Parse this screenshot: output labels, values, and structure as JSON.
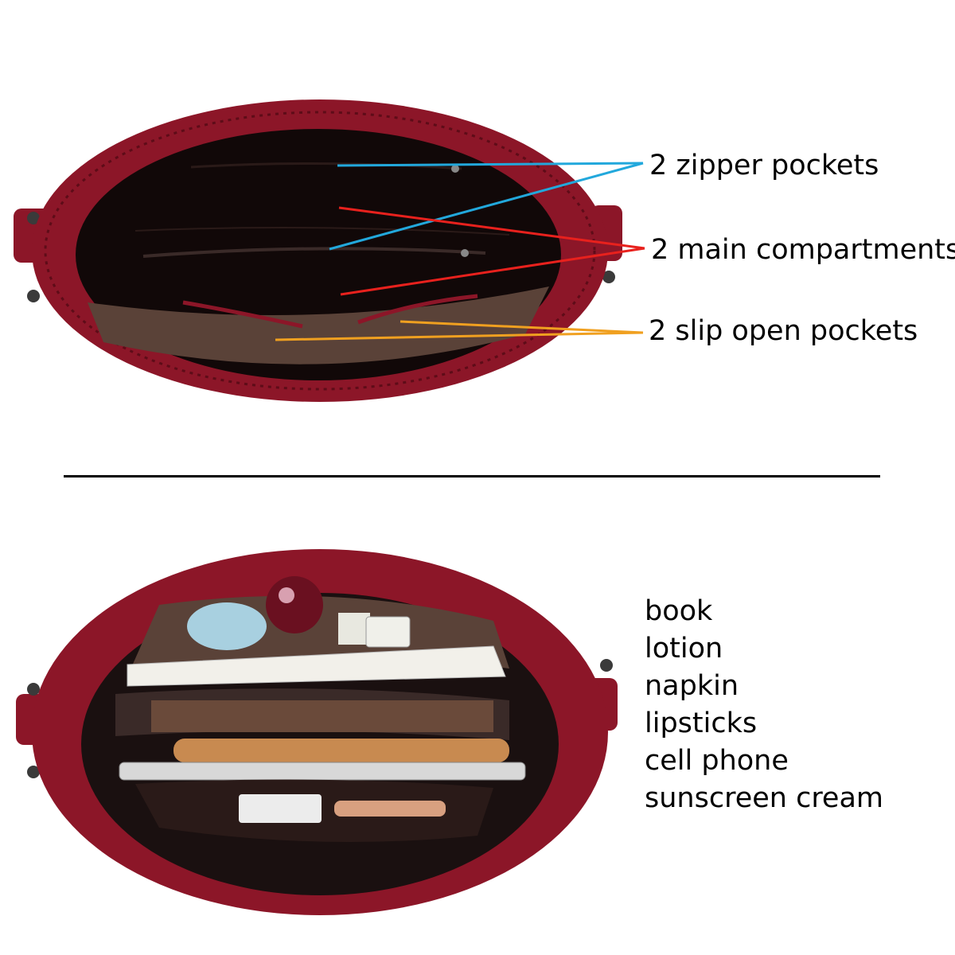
{
  "top_section": {
    "callouts": [
      {
        "text": "2 zipper pockets",
        "line_color": "#22a8dc"
      },
      {
        "text": "2 main compartments",
        "line_color": "#e8211d"
      },
      {
        "text": "2 slip open pockets",
        "line_color": "#f0a020"
      }
    ]
  },
  "bottom_section": {
    "contents": [
      "book",
      "lotion",
      "napkin",
      "lipsticks",
      "cell phone",
      "sunscreen cream"
    ]
  },
  "colors": {
    "leather": "#8c1628",
    "leather_dark": "#5e0c18",
    "lining": "#110808",
    "lining_brown": "#5a4238",
    "divider": "#000000"
  }
}
